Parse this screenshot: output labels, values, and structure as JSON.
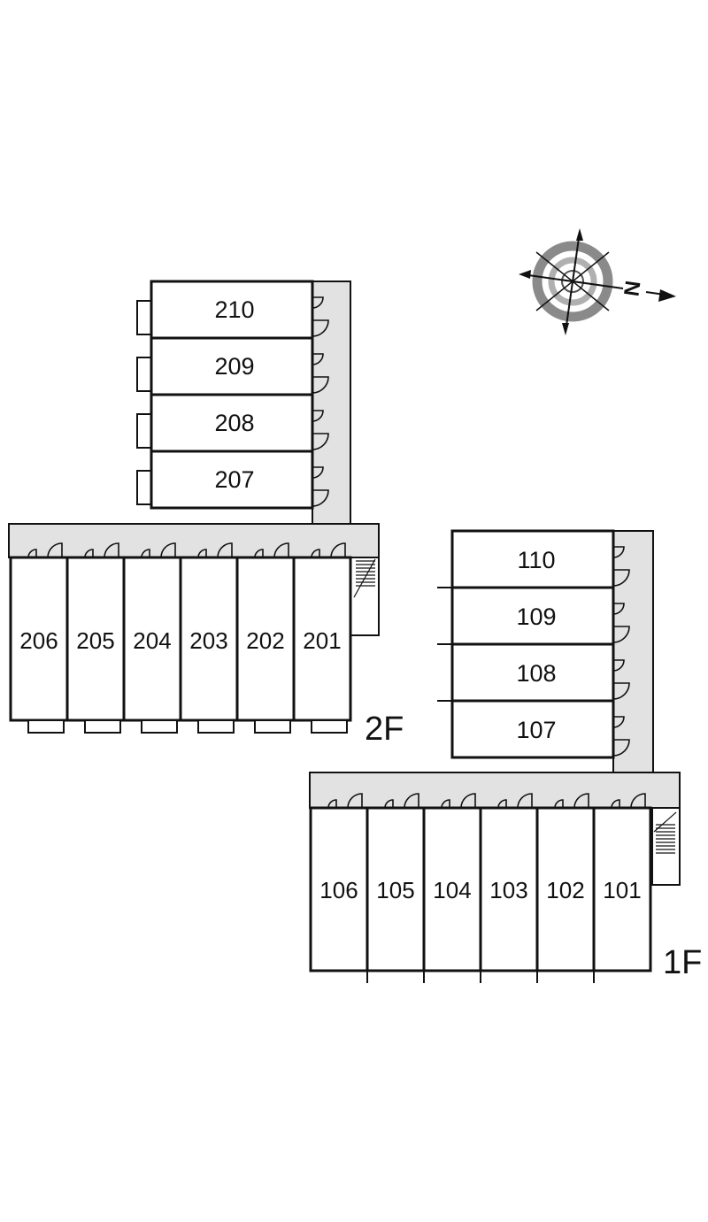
{
  "floors": {
    "second": {
      "label": "2F",
      "units_vertical": [
        "210",
        "209",
        "208",
        "207"
      ],
      "units_horizontal": [
        "206",
        "205",
        "204",
        "203",
        "202",
        "201"
      ]
    },
    "first": {
      "label": "1F",
      "units_vertical": [
        "110",
        "109",
        "108",
        "107"
      ],
      "units_horizontal": [
        "106",
        "105",
        "104",
        "103",
        "102",
        "101"
      ]
    }
  },
  "compass": {
    "label": "N"
  },
  "colors": {
    "corridor": "#e2e2e2",
    "wall": "#111111",
    "compass_ring": "#8a8a8a"
  }
}
